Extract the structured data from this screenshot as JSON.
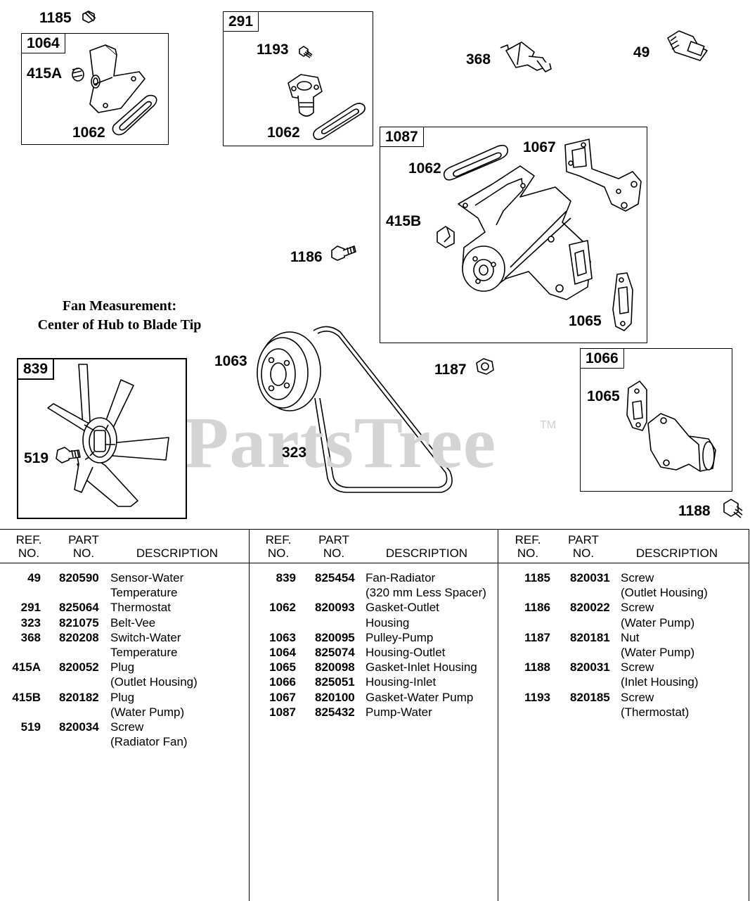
{
  "diagram": {
    "watermark": "PartsTree",
    "watermark_tm": "TM",
    "fan_note_line1": "Fan Measurement:",
    "fan_note_line2": "Center of Hub to Blade Tip",
    "boxes": {
      "b1064": "1064",
      "b291": "291",
      "b1087": "1087",
      "b839": "839",
      "b1066": "1066"
    },
    "labels": {
      "l1185": "1185",
      "l415a": "415A",
      "l1062a": "1062",
      "l1193": "1193",
      "l1062b": "1062",
      "l368": "368",
      "l49": "49",
      "l1062c": "1062",
      "l1067": "1067",
      "l415b": "415B",
      "l1186": "1186",
      "l1065a": "1065",
      "l1063": "1063",
      "l1187": "1187",
      "l323": "323",
      "l519": "519",
      "l1065b": "1065",
      "l1188": "1188"
    }
  },
  "table": {
    "headers": {
      "ref1": "REF.",
      "ref2": "NO.",
      "part1": "PART",
      "part2": "NO.",
      "desc": "DESCRIPTION"
    },
    "columns": [
      [
        {
          "ref": "49",
          "part": "820590",
          "desc": [
            "Sensor-Water",
            "Temperature"
          ]
        },
        {
          "ref": "291",
          "part": "825064",
          "desc": [
            "Thermostat"
          ]
        },
        {
          "ref": "323",
          "part": "821075",
          "desc": [
            "Belt-Vee"
          ]
        },
        {
          "ref": "368",
          "part": "820208",
          "desc": [
            "Switch-Water",
            "Temperature"
          ]
        },
        {
          "ref": "415A",
          "part": "820052",
          "desc": [
            "Plug",
            "(Outlet Housing)"
          ]
        },
        {
          "ref": "415B",
          "part": "820182",
          "desc": [
            "Plug",
            "(Water Pump)"
          ]
        },
        {
          "ref": "519",
          "part": "820034",
          "desc": [
            "Screw",
            "(Radiator Fan)"
          ]
        }
      ],
      [
        {
          "ref": "839",
          "part": "825454",
          "desc": [
            "Fan-Radiator",
            "(320 mm Less Spacer)"
          ]
        },
        {
          "ref": "1062",
          "part": "820093",
          "desc": [
            "Gasket-Outlet",
            "Housing"
          ]
        },
        {
          "ref": "1063",
          "part": "820095",
          "desc": [
            "Pulley-Pump"
          ]
        },
        {
          "ref": "1064",
          "part": "825074",
          "desc": [
            "Housing-Outlet"
          ]
        },
        {
          "ref": "1065",
          "part": "820098",
          "desc": [
            "Gasket-Inlet Housing"
          ]
        },
        {
          "ref": "1066",
          "part": "825051",
          "desc": [
            "Housing-Inlet"
          ]
        },
        {
          "ref": "1067",
          "part": "820100",
          "desc": [
            "Gasket-Water Pump"
          ]
        },
        {
          "ref": "1087",
          "part": "825432",
          "desc": [
            "Pump-Water"
          ]
        }
      ],
      [
        {
          "ref": "1185",
          "part": "820031",
          "desc": [
            "Screw",
            "(Outlet  Housing)"
          ]
        },
        {
          "ref": "1186",
          "part": "820022",
          "desc": [
            "Screw",
            "(Water Pump)"
          ]
        },
        {
          "ref": "1187",
          "part": "820181",
          "desc": [
            "Nut",
            "(Water Pump)"
          ]
        },
        {
          "ref": "1188",
          "part": "820031",
          "desc": [
            "Screw",
            "(Inlet  Housing)"
          ]
        },
        {
          "ref": "1193",
          "part": "820185",
          "desc": [
            "Screw",
            "(Thermostat)"
          ]
        }
      ]
    ]
  }
}
